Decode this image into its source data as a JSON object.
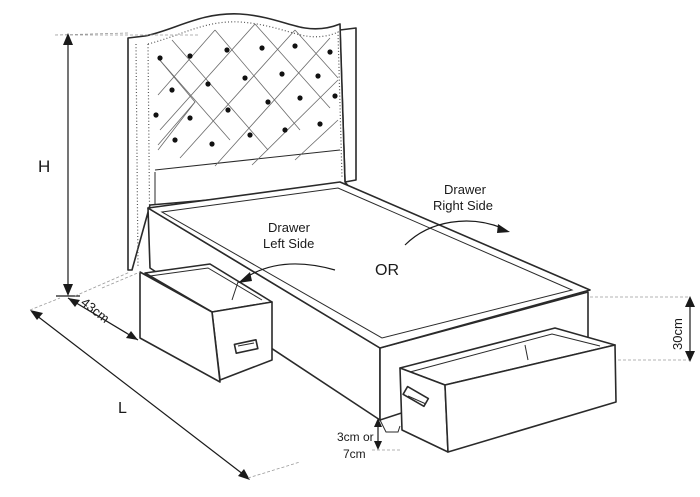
{
  "labels": {
    "height": "H",
    "depth": "43cm",
    "length": "L",
    "drawer_height": "30cm",
    "clearance_line1": "3cm or",
    "clearance_line2": "7cm",
    "drawer_left_line1": "Drawer",
    "drawer_left_line2": "Left Side",
    "drawer_right_line1": "Drawer",
    "drawer_right_line2": "Right Side",
    "or": "OR"
  },
  "colors": {
    "line": "#2a2a2a",
    "fabric": "#ffffff",
    "button": "#111111"
  }
}
